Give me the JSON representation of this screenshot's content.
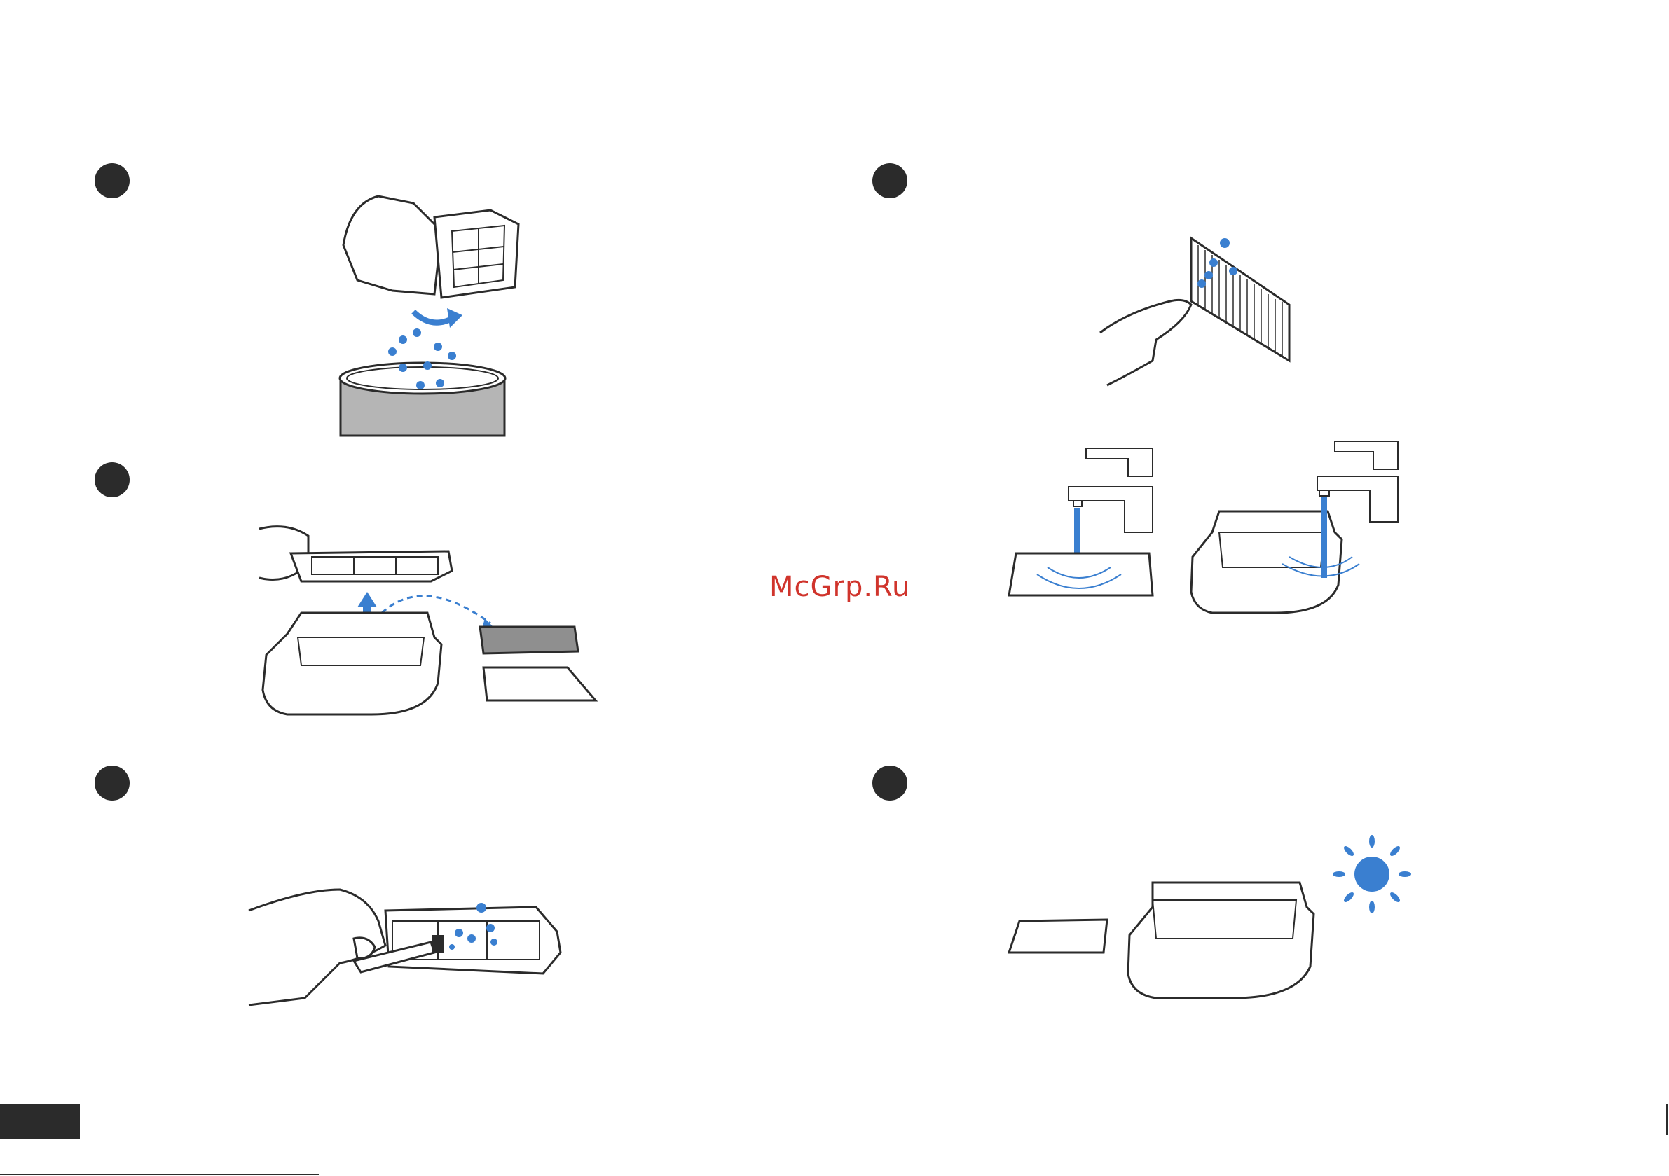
{
  "watermark": "McGrp.Ru",
  "colors": {
    "accent_blue": "#3a7fd0",
    "ink": "#2b2b2b",
    "bin_grey": "#b5b5b5"
  },
  "steps": [
    {
      "position": "left-1",
      "icon": "empty-dustbin-illustration"
    },
    {
      "position": "left-2",
      "icon": "remove-filter-illustration"
    },
    {
      "position": "left-3",
      "icon": "brush-filter-illustration"
    },
    {
      "position": "right-1",
      "icon": "tap-filter-illustration"
    },
    {
      "position": "right-2",
      "icon": "rinse-with-water-illustration"
    },
    {
      "position": "right-3",
      "icon": "air-dry-in-sun-illustration"
    }
  ]
}
